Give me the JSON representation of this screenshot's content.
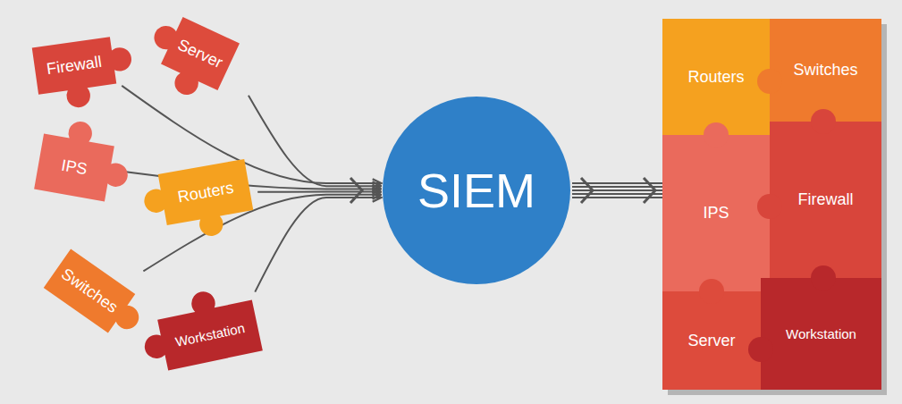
{
  "diagram": {
    "nodes": [
      {
        "text": [
          "Firewall"
        ]
      },
      {
        "text": [
          "Server"
        ]
      },
      {
        "text": [
          "IPS"
        ]
      },
      {
        "text": [
          "Routers"
        ]
      },
      {
        "text": [
          "Switches"
        ]
      },
      {
        "text": [
          "Workstation"
        ]
      },
      {
        "text": [
          "SIEM"
        ]
      },
      {
        "text": [
          "Routers"
        ]
      },
      {
        "text": [
          "Switches"
        ]
      },
      {
        "text": [
          "IPS"
        ]
      },
      {
        "text": [
          "Firewall"
        ]
      },
      {
        "text": [
          "Server"
        ]
      },
      {
        "text": [
          "Workstation"
        ]
      }
    ],
    "edges": [
      {
        "from": 0,
        "to": 6,
        "arrow": "to"
      },
      {
        "from": 1,
        "to": 6,
        "arrow": "to"
      },
      {
        "from": 2,
        "to": 6,
        "arrow": "to"
      },
      {
        "from": 3,
        "to": 6,
        "arrow": "to"
      },
      {
        "from": 4,
        "to": 6,
        "arrow": "to"
      },
      {
        "from": 5,
        "to": 6,
        "arrow": "to"
      }
    ]
  }
}
